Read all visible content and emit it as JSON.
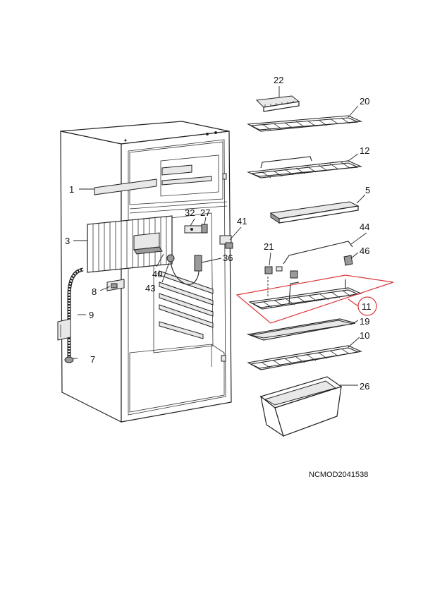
{
  "drawing_code": "NCMOD2041538",
  "highlight_color": "#d9383a",
  "callouts": {
    "c1": "1",
    "c3": "3",
    "c5": "5",
    "c7": "7",
    "c8": "8",
    "c9": "9",
    "c10": "10",
    "c11": "11",
    "c12": "12",
    "c19": "19",
    "c20": "20",
    "c21": "21",
    "c22": "22",
    "c26": "26",
    "c27": "27",
    "c32": "32",
    "c36": "36",
    "c40": "40",
    "c41": "41",
    "c43": "43",
    "c44": "44",
    "c46": "46"
  },
  "selected_part": "11"
}
